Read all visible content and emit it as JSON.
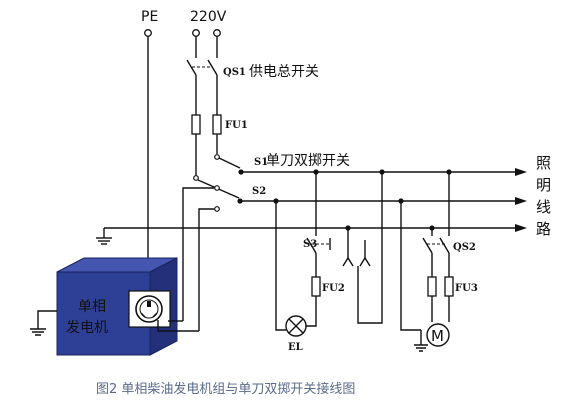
{
  "terminals": {
    "pe": "PE",
    "supply_220v": "220V"
  },
  "components": {
    "qs1": "QS1",
    "qs1_desc": "供电总开关",
    "fu1": "FU1",
    "s1": "S1",
    "s1_desc": "单刀双掷开关",
    "s2": "S2",
    "s3": "S3",
    "fu2": "FU2",
    "el": "EL",
    "qs2": "QS2",
    "fu3": "FU3",
    "motor": "M"
  },
  "output": {
    "lighting_line": [
      "照",
      "明",
      "线",
      "路"
    ]
  },
  "generator": {
    "line1": "单相",
    "line2": "发电机",
    "fill_color": "#2e3f96"
  },
  "caption": "图2  单相柴油发电机组与单刀双掷开关接线图"
}
